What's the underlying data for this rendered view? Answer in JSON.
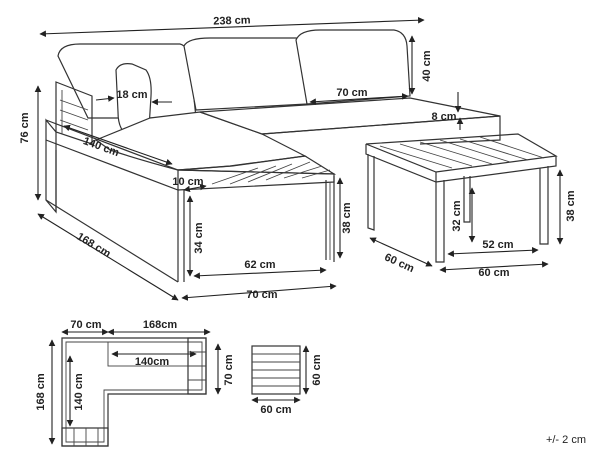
{
  "dimensions": {
    "total_width": "238 cm",
    "back_height": "40 cm",
    "pillow_depth": "18 cm",
    "overall_height": "76 cm",
    "side_width": "70 cm",
    "chaise_length": "140 cm",
    "cushion_thickness": "8 cm",
    "armrest_width": "10 cm",
    "chaise_depth_label": "168 cm",
    "frame_height_right": "38 cm",
    "seat_height": "34 cm",
    "inner_width": "62 cm",
    "chaise_width": "70 cm",
    "table_depth": "60 cm",
    "table_inner_height": "32 cm",
    "table_inner_width": "52 cm",
    "table_width": "60 cm",
    "table_height": "38 cm"
  },
  "plan_view": {
    "width_70": "70 cm",
    "width_168": "168cm",
    "inner_140h": "140cm",
    "height_168": "168 cm",
    "inner_140v": "140 cm",
    "depth_70": "70 cm",
    "table_h": "60 cm",
    "table_w": "60 cm"
  },
  "tolerance": "+/- 2 cm"
}
